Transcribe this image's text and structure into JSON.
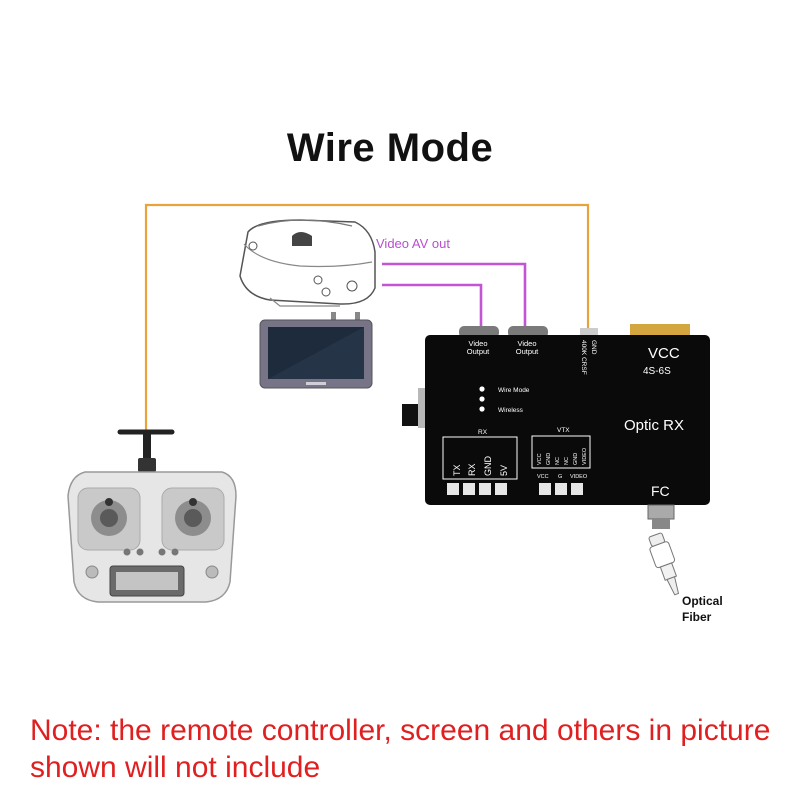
{
  "title": "Wire Mode",
  "video_av_label": "Video AV out",
  "board": {
    "video_output_1": [
      "Video",
      "Output"
    ],
    "video_output_2": [
      "Video",
      "Output"
    ],
    "crsf_label": "400K CRSF",
    "gnd_top": "GND",
    "vcc": "VCC",
    "vcc_range": "4S-6S",
    "name": "Optic RX",
    "fc": "FC",
    "mode_wire": "Wire Mode",
    "mode_wireless": "Wireless",
    "rx_header": "RX",
    "rx_pins": [
      "TX",
      "RX",
      "GND",
      "5V"
    ],
    "vtx_header": "VTX",
    "vtx_pins": [
      "VCC",
      "GND",
      "NC",
      "NC",
      "GND",
      "VIDEO"
    ],
    "vtx_bottom": [
      "VCC",
      "G",
      "VIDEO"
    ]
  },
  "fiber_label": [
    "Optical",
    "Fiber"
  ],
  "note": "Note: the remote controller, screen and others in picture shown will not include",
  "colors": {
    "wire_orange": "#e8a33d",
    "wire_purple": "#c454d6",
    "label_purple": "#b84fd0",
    "note_red": "#e02020",
    "board": "#0a0a0a"
  },
  "icons": [
    "fpv-goggles-icon",
    "monitor-screen-icon",
    "rc-transmitter-icon",
    "optical-fiber-connector-icon"
  ]
}
